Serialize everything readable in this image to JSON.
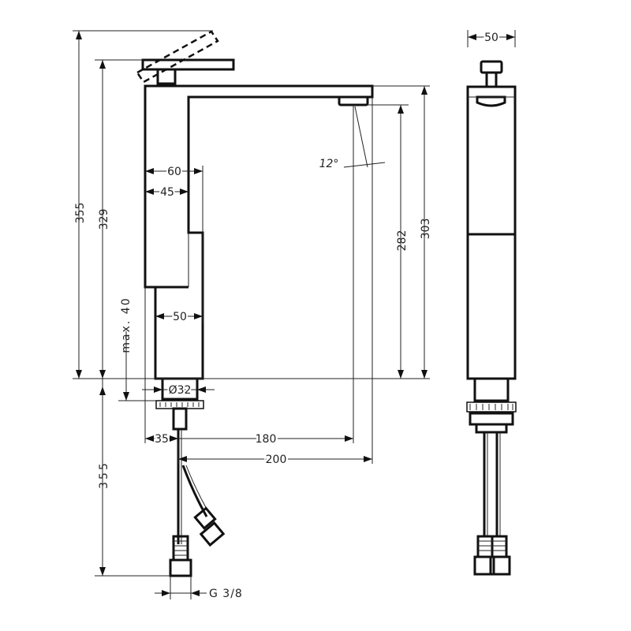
{
  "drawing": {
    "dimensions": {
      "total_height": "355",
      "lever_height": "329",
      "spout_height": "303",
      "outlet_height": "282",
      "body_depth_upper": "60",
      "body_depth_inner": "45",
      "body_depth_lower": "50",
      "deck_thickness": "max. 40",
      "hole_diameter": "Ø32",
      "angle": "12°",
      "reach_180": "180",
      "reach_200": "200",
      "offset_35": "35",
      "hose_length": "355",
      "connection_thread": "G 3/8",
      "side_width": "50"
    }
  }
}
